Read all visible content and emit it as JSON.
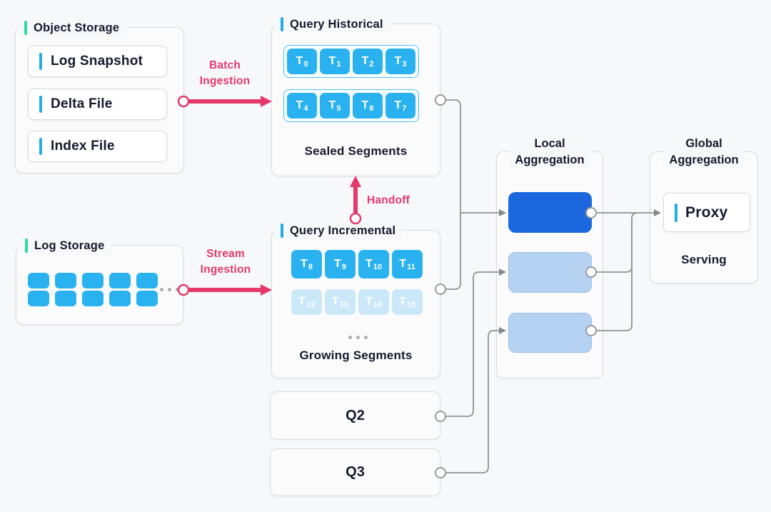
{
  "colors": {
    "background": "#f7f8fa",
    "accent_pink": "#e5396a",
    "segment_blue": "#29b2ef",
    "segment_faded": "#cbe8f8",
    "bar_green": "#2edc9d",
    "bar_cyan": "#25ace5",
    "aggregation_primary": "#1b67dd",
    "aggregation_secondary": "#b6d2f2",
    "text_dark": "#131b2c",
    "connector_grey": "#8f9296"
  },
  "object_storage": {
    "title": "Object Storage",
    "items": [
      {
        "label": "Log Snapshot"
      },
      {
        "label": "Delta File"
      },
      {
        "label": "Index File"
      }
    ]
  },
  "log_storage": {
    "title": "Log Storage",
    "block_count": 10
  },
  "batch_ingestion": {
    "line1": "Batch",
    "line2": "Ingestion"
  },
  "stream_ingestion": {
    "line1": "Stream",
    "line2": "Ingestion"
  },
  "handoff": {
    "label": "Handoff"
  },
  "query_historical": {
    "title": "Query Historical",
    "row1": [
      {
        "t": "T",
        "n": "0"
      },
      {
        "t": "T",
        "n": "1"
      },
      {
        "t": "T",
        "n": "2"
      },
      {
        "t": "T",
        "n": "3"
      }
    ],
    "row2": [
      {
        "t": "T",
        "n": "4"
      },
      {
        "t": "T",
        "n": "5"
      },
      {
        "t": "T",
        "n": "6"
      },
      {
        "t": "T",
        "n": "7"
      }
    ],
    "caption": "Sealed Segments"
  },
  "query_incremental": {
    "title": "Query Incremental",
    "row1": [
      {
        "t": "T",
        "n": "8"
      },
      {
        "t": "T",
        "n": "9"
      },
      {
        "t": "T",
        "n": "10"
      },
      {
        "t": "T",
        "n": "11"
      }
    ],
    "row2": [
      {
        "t": "T",
        "n": "12"
      },
      {
        "t": "T",
        "n": "13"
      },
      {
        "t": "T",
        "n": "14"
      },
      {
        "t": "T",
        "n": "15"
      }
    ],
    "caption": "Growing Segments"
  },
  "local_aggregation": {
    "title_line1": "Local",
    "title_line2": "Aggregation"
  },
  "global_aggregation": {
    "title_line1": "Global",
    "title_line2": "Aggregation",
    "proxy": "Proxy",
    "caption": "Serving"
  },
  "q2": {
    "label": "Q2"
  },
  "q3": {
    "label": "Q3"
  }
}
